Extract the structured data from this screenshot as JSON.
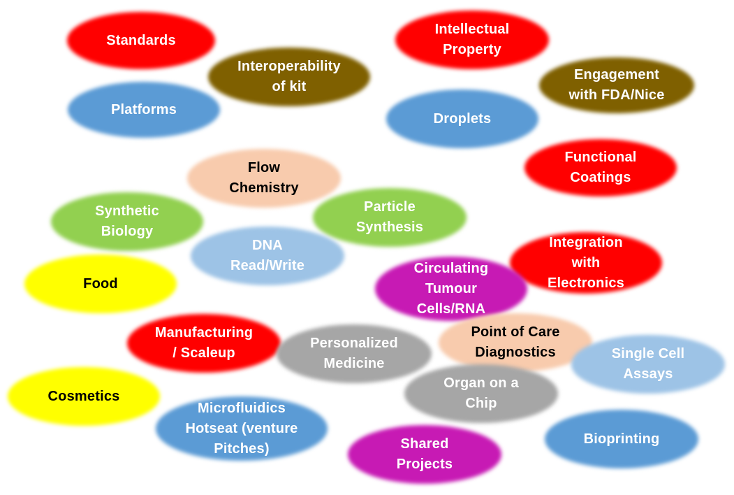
{
  "colors": {
    "red": "#ff0000",
    "brown": "#7f6000",
    "blue": "#5b9bd5",
    "lightblue": "#9dc3e6",
    "peach": "#f8cbad",
    "green": "#92d050",
    "yellow": "#ffff00",
    "purple": "#c71ab4",
    "gray": "#a6a6a6",
    "text_light": "#ffffff",
    "text_dark": "#000000"
  },
  "topics": [
    {
      "id": "standards",
      "label": "Standards",
      "color": "red",
      "text": "light"
    },
    {
      "id": "interoperability",
      "label": "Interoperability\nof kit",
      "color": "brown",
      "text": "light"
    },
    {
      "id": "platforms",
      "label": "Platforms",
      "color": "blue",
      "text": "light"
    },
    {
      "id": "intellectual-property",
      "label": "Intellectual\nProperty",
      "color": "red",
      "text": "light"
    },
    {
      "id": "engagement",
      "label": "Engagement\nwith FDA/Nice",
      "color": "brown",
      "text": "light"
    },
    {
      "id": "droplets",
      "label": "Droplets",
      "color": "blue",
      "text": "light"
    },
    {
      "id": "functional-coatings",
      "label": "Functional\nCoatings",
      "color": "red",
      "text": "light"
    },
    {
      "id": "flow-chemistry",
      "label": "Flow\nChemistry",
      "color": "peach",
      "text": "dark"
    },
    {
      "id": "synthetic-biology",
      "label": "Synthetic\nBiology",
      "color": "green",
      "text": "light"
    },
    {
      "id": "particle-synthesis",
      "label": "Particle\nSynthesis",
      "color": "green",
      "text": "light"
    },
    {
      "id": "dna-read-write",
      "label": "DNA\nRead/Write",
      "color": "lightblue",
      "text": "light"
    },
    {
      "id": "integration-electronics",
      "label": "Integration\nwith\nElectronics",
      "color": "red",
      "text": "light"
    },
    {
      "id": "food",
      "label": "Food",
      "color": "yellow",
      "text": "dark"
    },
    {
      "id": "circulating-tumour",
      "label": "Circulating\nTumour\nCells/RNA",
      "color": "purple",
      "text": "light"
    },
    {
      "id": "manufacturing",
      "label": "Manufacturing\n/ Scaleup",
      "color": "red",
      "text": "light"
    },
    {
      "id": "personalized-medicine",
      "label": "Personalized\nMedicine",
      "color": "gray",
      "text": "light"
    },
    {
      "id": "point-of-care",
      "label": "Point of Care\nDiagnostics",
      "color": "peach",
      "text": "dark"
    },
    {
      "id": "single-cell",
      "label": "Single Cell\nAssays",
      "color": "lightblue",
      "text": "light"
    },
    {
      "id": "cosmetics",
      "label": "Cosmetics",
      "color": "yellow",
      "text": "dark"
    },
    {
      "id": "organ-on-chip",
      "label": "Organ on a\nChip",
      "color": "gray",
      "text": "light"
    },
    {
      "id": "microfluidics-hotseat",
      "label": "Microfluidics\nHotseat (venture\nPitches)",
      "color": "blue",
      "text": "light"
    },
    {
      "id": "shared-projects",
      "label": "Shared\nProjects",
      "color": "purple",
      "text": "light"
    },
    {
      "id": "bioprinting",
      "label": "Bioprinting",
      "color": "blue",
      "text": "light"
    }
  ]
}
